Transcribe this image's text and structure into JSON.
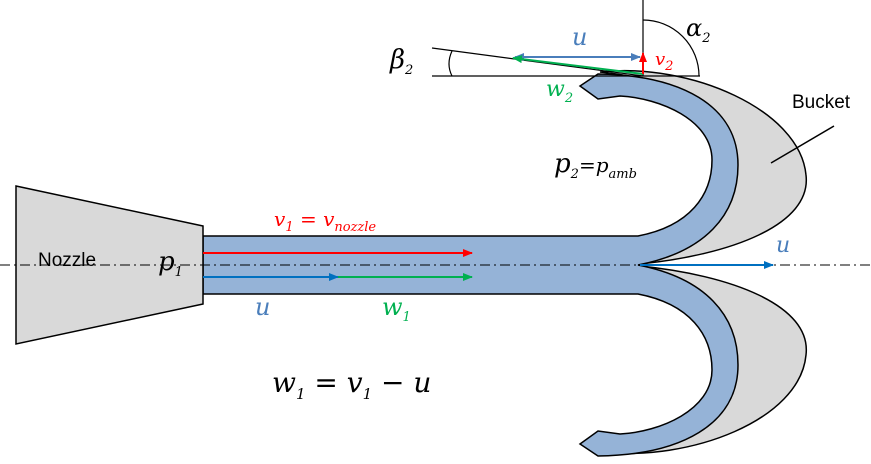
{
  "labels": {
    "nozzle": "Nozzle",
    "bucket": "Bucket",
    "p1_main": "p",
    "p1_sub": "1",
    "v1_main": "v",
    "v1_sub": "1",
    "v1_eq": " = v",
    "v1_eq_sub": "nozzle",
    "u_left": "u",
    "w1_main": "w",
    "w1_sub": "1",
    "u_right": "u",
    "u_top": "u",
    "v2_main": "v",
    "v2_sub": "2",
    "w2_main": "w",
    "w2_sub": "2",
    "beta2_main": "β",
    "beta2_sub": "2",
    "alpha2_main": "α",
    "alpha2_sub": "2",
    "p2_main": "p",
    "p2_sub": "2",
    "p2_eq": "=p",
    "p2_eq_sub": "amb",
    "eq_w_main": "w",
    "eq_w_sub": "1",
    "eq_mid": " = v",
    "eq_v_sub": "1",
    "eq_end": " − u"
  },
  "colors": {
    "jet": "#95b3d7",
    "body_fill": "#d9d9d9",
    "outline": "#000000",
    "absolute_velocity": "#ff0000",
    "blade_velocity": "#4a7ebb",
    "relative_velocity": "#00b050",
    "u_arrow": "#0070c0"
  }
}
